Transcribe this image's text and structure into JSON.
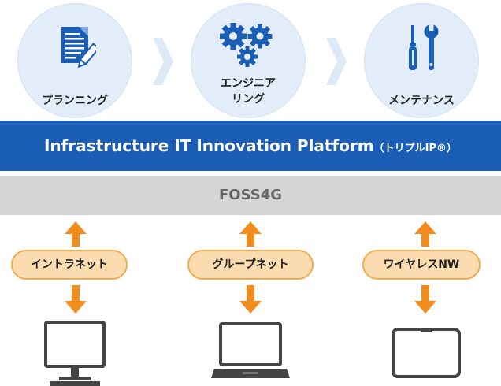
{
  "phases": [
    {
      "label_lines": [
        "プランニング"
      ],
      "icon": "document-pen-icon"
    },
    {
      "label_lines": [
        "エンジニア",
        "リング"
      ],
      "icon": "gears-icon"
    },
    {
      "label_lines": [
        "メンテナンス"
      ],
      "icon": "tools-icon"
    }
  ],
  "platform": {
    "title": "Infrastructure IT Innovation Platform",
    "suffix": "（トリプルIP®）"
  },
  "foss": {
    "label": "FOSS4G"
  },
  "networks": [
    {
      "label": "イントラネット",
      "device": "desktop-monitor-icon"
    },
    {
      "label": "グループネット",
      "device": "laptop-icon"
    },
    {
      "label": "ワイヤレスNW",
      "device": "tablet-icon"
    }
  ],
  "colors": {
    "platform_blue": "#1b5eb6",
    "circle_fill": "#e3edf9",
    "foss_gray": "#d6d6d6",
    "arrow_orange": "#f28c1e",
    "pill_fill": "#fbdcb1"
  }
}
